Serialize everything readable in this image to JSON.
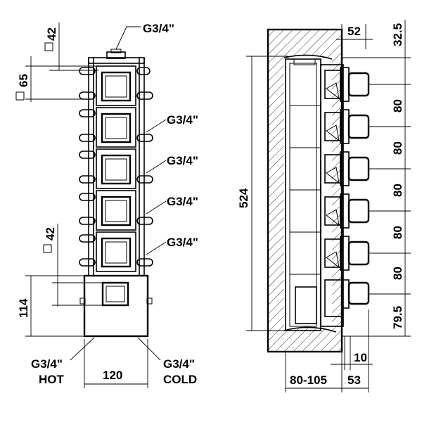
{
  "front_view": {
    "top_outlet_label": "G3/4\"",
    "module_side_dim": "42",
    "module_pitch_dim": "65",
    "outlet_labels": [
      "G3/4\"",
      "G3/4\"",
      "G3/4\"",
      "G3/4\""
    ],
    "lower_side_dim": "42",
    "body_height_dim": "114",
    "width_dim": "120",
    "hot_thread": "G3/4\"",
    "hot_label": "HOT",
    "cold_thread": "G3/4\"",
    "cold_label": "COLD"
  },
  "side_view": {
    "overall_height_dim": "524",
    "top_offset_dim": "52",
    "top_margin_dim": "32.5",
    "outlet_pitch_dims": [
      "80",
      "80",
      "80",
      "80",
      "80"
    ],
    "bottom_dim": "79.5",
    "outlet_projection_dim": "10",
    "depth_range_dim": "80-105",
    "front_projection_dim": "53"
  }
}
